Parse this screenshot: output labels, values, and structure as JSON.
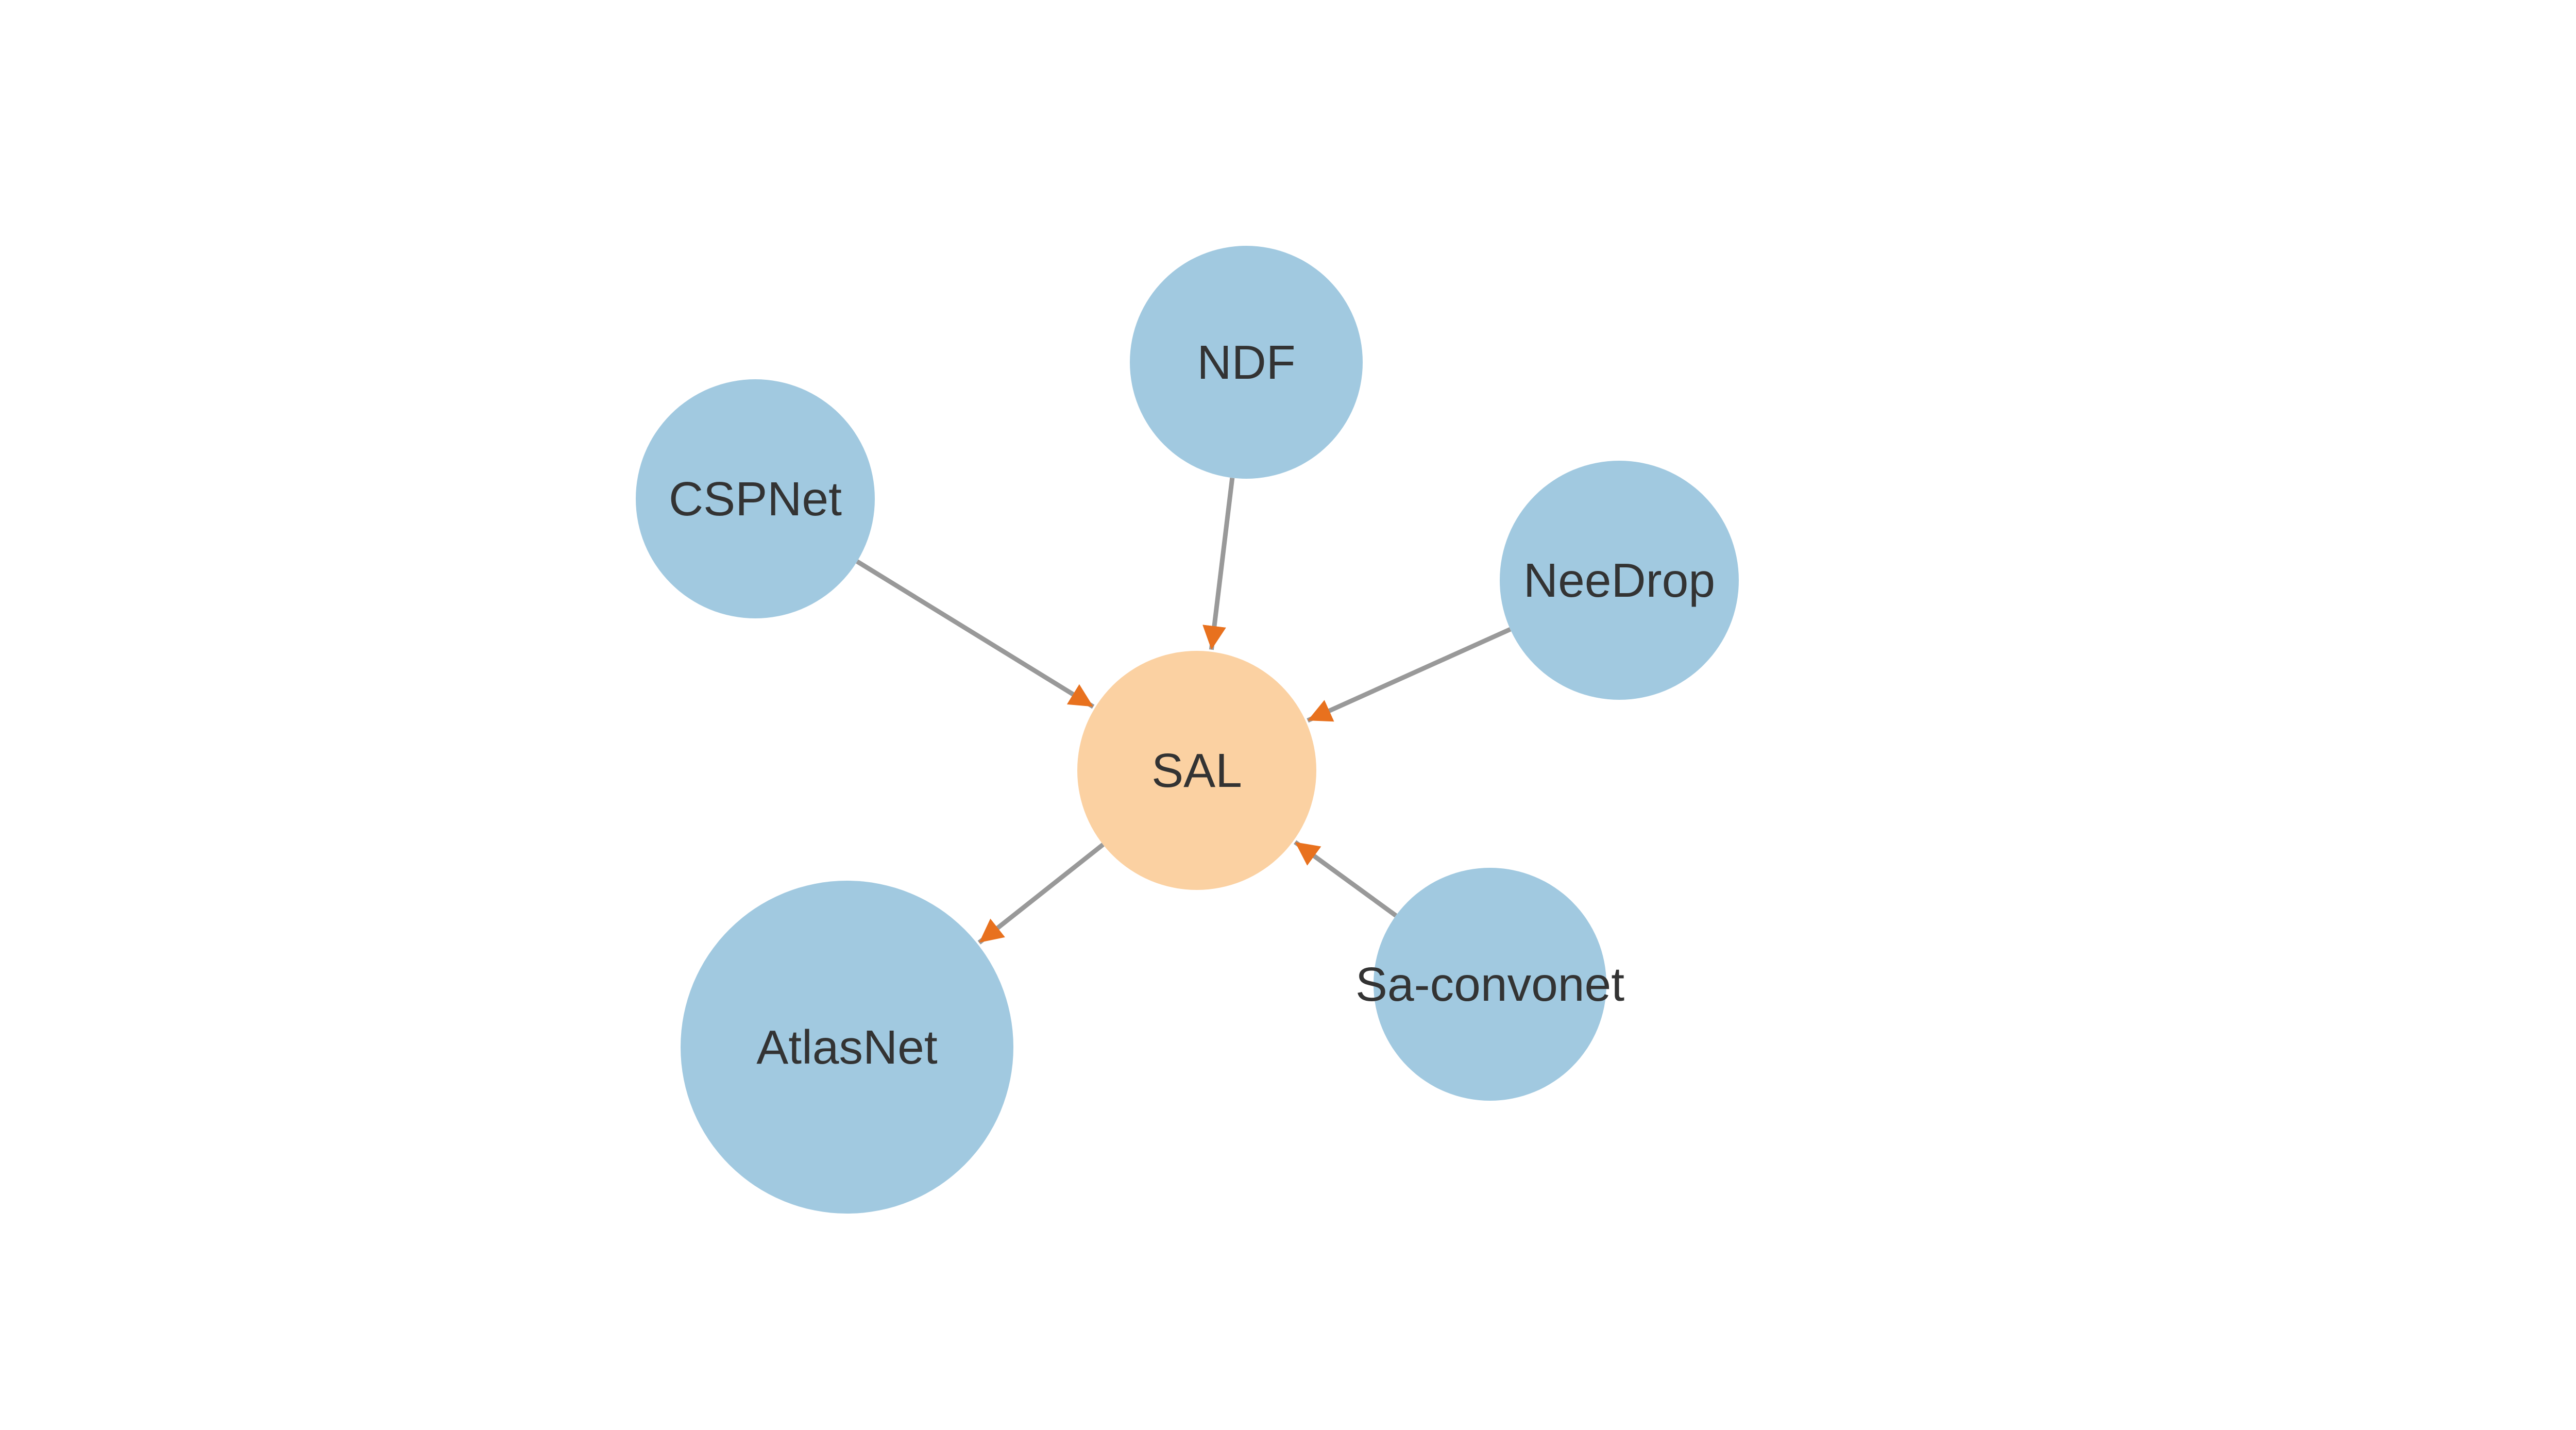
{
  "graph": {
    "colors": {
      "center_node": "#fbd1a2",
      "outer_node": "#a1c9e0",
      "edge": "#999999",
      "arrow": "#e8711e",
      "label": "#333333"
    },
    "center": {
      "id": "sal",
      "label": "SAL"
    },
    "nodes": [
      {
        "id": "ndf",
        "label": "NDF"
      },
      {
        "id": "cspnet",
        "label": "CSPNet"
      },
      {
        "id": "needrop",
        "label": "NeeDrop"
      },
      {
        "id": "atlasnet",
        "label": "AtlasNet"
      },
      {
        "id": "sa-convonet",
        "label": "Sa-convonet"
      }
    ],
    "edges": [
      {
        "from": "ndf",
        "to": "sal"
      },
      {
        "from": "cspnet",
        "to": "sal"
      },
      {
        "from": "needrop",
        "to": "sal"
      },
      {
        "from": "sa-convonet",
        "to": "sal"
      },
      {
        "from": "sal",
        "to": "atlasnet"
      }
    ]
  }
}
